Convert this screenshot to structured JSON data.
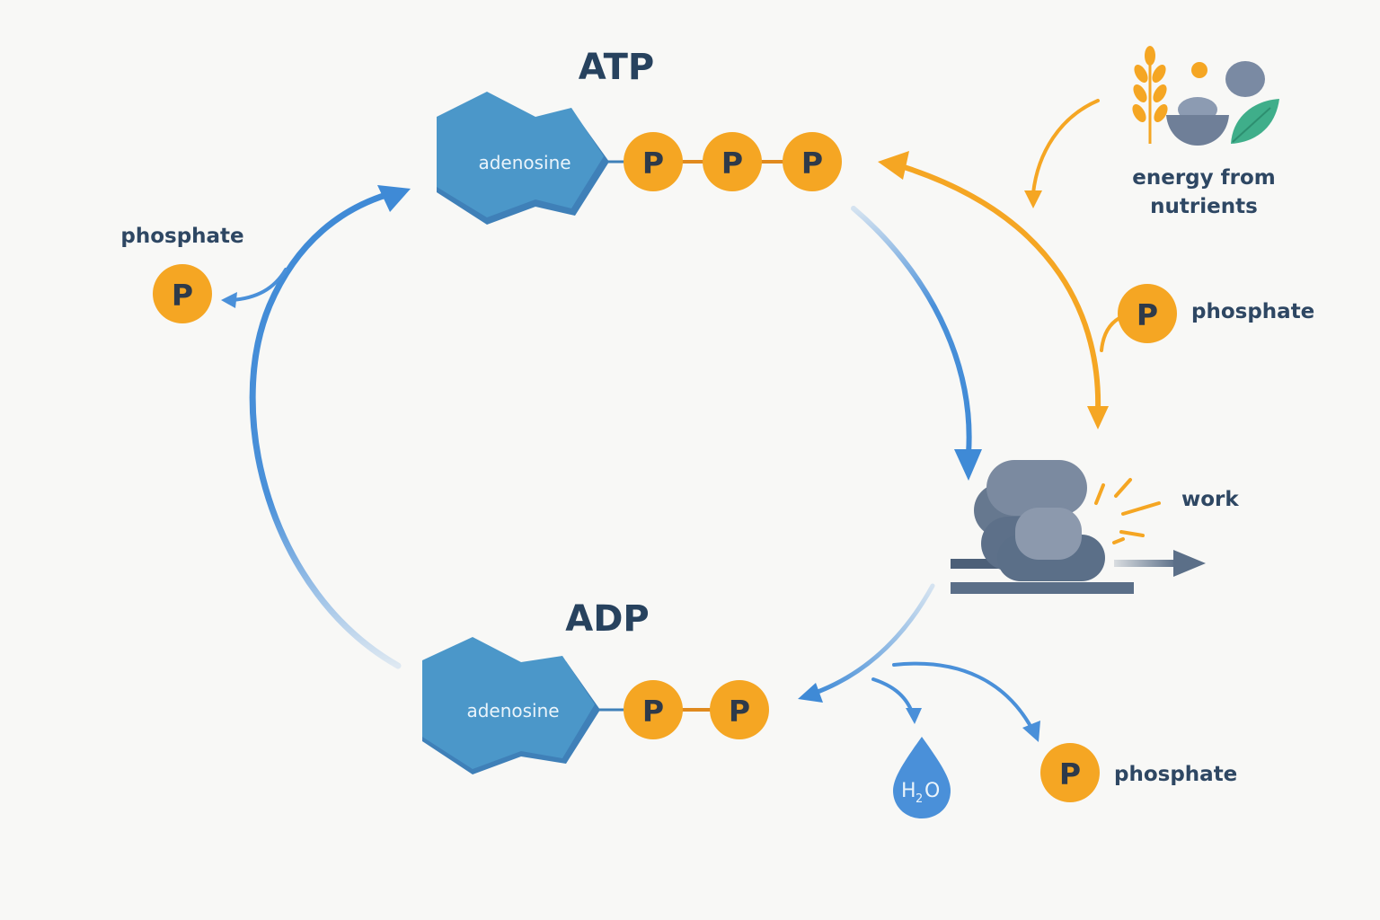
{
  "atp": {
    "title": "ATP",
    "adenosine_label": "adenosine",
    "phosphates": [
      "P",
      "P",
      "P"
    ]
  },
  "adp": {
    "title": "ADP",
    "adenosine_label": "adenosine",
    "phosphates": [
      "P",
      "P"
    ]
  },
  "left_phosphate": {
    "label": "phosphate",
    "symbol": "P"
  },
  "right_phosphate": {
    "label": "phosphate",
    "symbol": "P"
  },
  "bottom_phosphate": {
    "label": "phosphate",
    "symbol": "P"
  },
  "energy": {
    "label_line1": "energy from",
    "label_line2": "nutrients"
  },
  "work": {
    "label": "work"
  },
  "water": {
    "main": "H",
    "sub": "2",
    "tail": "O"
  },
  "colors": {
    "blue": "#4a90d9",
    "adenosine_blue": "#4b97c9",
    "orange": "#f5a623",
    "text_dark": "#27425e",
    "background": "#f8f8f6"
  }
}
